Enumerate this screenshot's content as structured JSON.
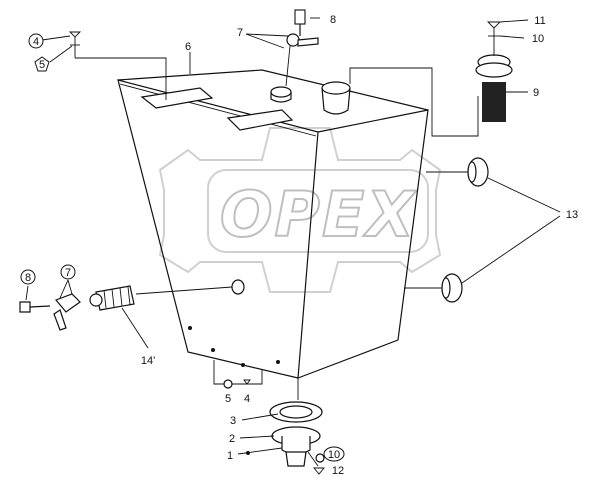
{
  "watermark": {
    "text": "OPEX"
  },
  "callouts": {
    "c1": "1",
    "c2": "2",
    "c3": "3",
    "c4a": "4",
    "c4b": "4",
    "c5a": "5",
    "c5b": "5",
    "c6": "6",
    "c7a": "7",
    "c7b": "7",
    "c8a": "8",
    "c8b": "8",
    "c9": "9",
    "c10a": "10",
    "c10b": "10",
    "c11": "11",
    "c12": "12",
    "c13": "13",
    "c14": "14'"
  }
}
